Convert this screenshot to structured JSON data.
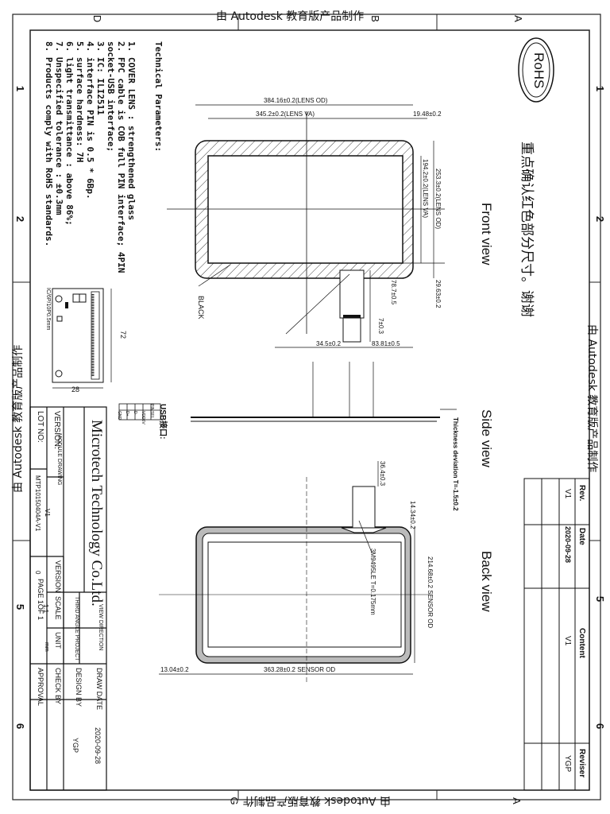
{
  "watermark": {
    "top": "由 Autodesk 教育版产品制作",
    "bottom": "由 Autodesk 教育版产品制作",
    "right": "由 Autodesk 教育版产品制作",
    "left": "由 Autodesk 教育版产品制作"
  },
  "frame": {
    "top_letters": [
      "D",
      "B",
      "A"
    ],
    "bottom_letters": [
      "G",
      "A"
    ],
    "side_numbers": [
      "1",
      "2",
      "5",
      "6"
    ]
  },
  "rohs_label": "RoHS",
  "header_note": "重点确认红色部分尺寸。谢谢",
  "view_labels": {
    "front": "Front view",
    "side": "Side view",
    "back": "Back view"
  },
  "dims": {
    "lens_od_w": "384.16±0.2(LENS OD)",
    "lens_va_w": "345.2±0.2(LENS VA)",
    "edge": "19.48±0.2",
    "va_h": "194.2±0.2(LENS VA)",
    "od_h": "253.3±0.2(LENS OD)",
    "d78": "78.7±0.5",
    "d2963": "29.63±0.2",
    "d7": "7±0.3",
    "d345": "34.5±0.2",
    "d8381": "83.81±0.5",
    "d3643": "36.4±0.3",
    "d1434": "14.34±0.2",
    "d21468": "214.68±0.2 SENSOR OD",
    "d1304": "13.04±0.2",
    "d36328": "363.28±0.2 SENSOR OD",
    "tape": "3M9495LE T=0.175mm",
    "black": "BLACK",
    "thick_note": "Thickness deviation T=-1.5±0.2"
  },
  "tech": {
    "title": "Technical Parameters:",
    "items": [
      "1. COVER LENS : strengthened glass",
      "2. FPC cable is COB full PIN interface; 4PIN",
      "socket-USB interface;",
      "3. IC: ILI2511",
      "4. interface PIN is 0.5 * 6Bp.",
      "5. surface hardness: 7H",
      "6. light transmittance : above 86%;",
      "7. Unspecified tolerance : ±0.3mm",
      "8. Products comply with RoHS standards."
    ]
  },
  "fpc": {
    "w": "72",
    "h": "28",
    "ic": "IC/6P/10P0.5mm",
    "usb_title": "USB接口:"
  },
  "usb_table": [
    [
      "PIN",
      "SEL"
    ],
    [
      "1",
      "VDD5V"
    ],
    [
      "2",
      "D-"
    ],
    [
      "3",
      "D+"
    ],
    [
      "4",
      "GND"
    ]
  ],
  "title_block": {
    "company": "Microtech Technology Co.Ltd.",
    "drawing": "MODULE DRAWING",
    "version_label": "VERSION:",
    "version_val": "V1",
    "lot_label": "LOT NO:",
    "lot_val": "MTP10150404A-V1",
    "ver2_label": "VERSION",
    "ver2_val": "0",
    "scale_label": "SCALE",
    "scale_val": "1:1",
    "unit_label": "UNIT",
    "unit_val": "mm",
    "page": "PAGE 1OF 1",
    "view_dir": "VIEW DIRECTION",
    "projection": "THIRD ANGLE PROJECT",
    "draw_date": "DRAW DATE",
    "draw_date_val": "2020-09-28",
    "design_by": "DESIGN BY",
    "design_val": "YGP",
    "check_by": "CHECK BY",
    "approval": "APPROVAL"
  },
  "rev_table": {
    "headers": [
      "Rev.",
      "Date",
      "Content",
      "Reviser"
    ],
    "row": [
      "V1",
      "2020-09-28",
      "V1",
      "YGP"
    ]
  }
}
